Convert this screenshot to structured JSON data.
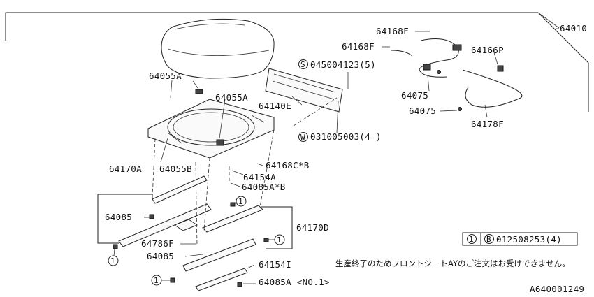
{
  "labels": {
    "p64010": "64010",
    "p64168F_a": "64168F",
    "p64168F_b": "64168F",
    "p64166P": "64166P",
    "screw_045": "045004123(5)",
    "p64075_a": "64075",
    "p64075_b": "64075",
    "p64178F": "64178F",
    "p64055A_a": "64055A",
    "p64055A_b": "64055A",
    "p64140E": "64140E",
    "washer_031": "031005003(4 )",
    "p64170A": "64170A",
    "p64055B": "64055B",
    "p64168CB": "64168C*B",
    "p64154A": "64154A",
    "p64085AB": "64085A*B",
    "p64085_a": "64085",
    "p64786F": "64786F",
    "p64170D": "64170D",
    "p64085_b": "64085",
    "p64154I": "64154I",
    "p64085A_no1": "64085A <NO.1>"
  },
  "symbols": {
    "circle_s": "S",
    "circle_w": "W",
    "circle_1": "1",
    "circle_b": "B"
  },
  "legend": {
    "ref": "1",
    "bolt_symbol": "B",
    "bolt": "012508253(4)"
  },
  "note": "生産終了のためフロントシートAYのご注文はお受けできません。",
  "diagram_id": "A640001249"
}
